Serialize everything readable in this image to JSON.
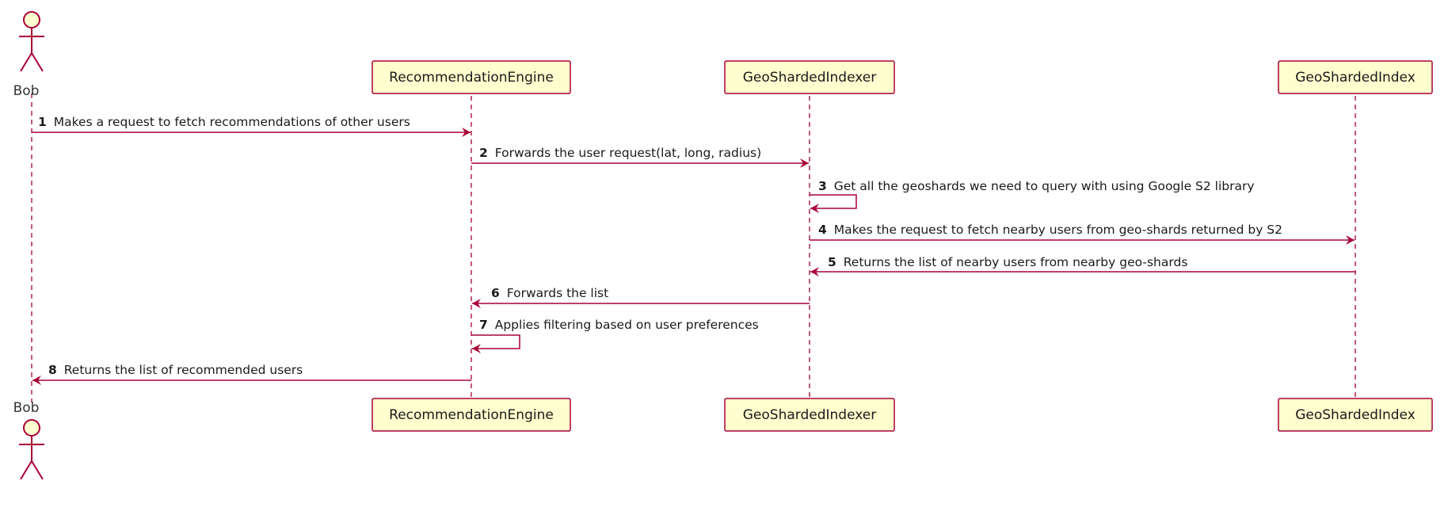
{
  "colors": {
    "line": "#a80036",
    "box_fill": "#fefece",
    "box_border": "#a80036",
    "text": "#1a1a1a"
  },
  "actor": {
    "name": "Bob",
    "icon": "stick-figure-icon"
  },
  "participants": [
    {
      "name": "RecommendationEngine"
    },
    {
      "name": "GeoShardedIndexer"
    },
    {
      "name": "GeoShardedIndex"
    }
  ],
  "messages": [
    {
      "number": "1",
      "text": "Makes a request to fetch recommendations of other users",
      "from": "Bob",
      "to": "RecommendationEngine"
    },
    {
      "number": "2",
      "text": "Forwards the user request(lat, long, radius)",
      "from": "RecommendationEngine",
      "to": "GeoShardedIndexer"
    },
    {
      "number": "3",
      "text": "Get all the geoshards we need to query with using Google S2 library",
      "from": "GeoShardedIndexer",
      "to": "GeoShardedIndexer"
    },
    {
      "number": "4",
      "text": "Makes the request to fetch nearby users from geo-shards returned by S2",
      "from": "GeoShardedIndexer",
      "to": "GeoShardedIndex"
    },
    {
      "number": "5",
      "text": "Returns the list of nearby users from nearby geo-shards",
      "from": "GeoShardedIndex",
      "to": "GeoShardedIndexer"
    },
    {
      "number": "6",
      "text": "Forwards the list",
      "from": "GeoShardedIndexer",
      "to": "RecommendationEngine"
    },
    {
      "number": "7",
      "text": "Applies filtering based on user preferences",
      "from": "RecommendationEngine",
      "to": "RecommendationEngine"
    },
    {
      "number": "8",
      "text": "Returns the list of recommended users",
      "from": "RecommendationEngine",
      "to": "Bob"
    }
  ]
}
